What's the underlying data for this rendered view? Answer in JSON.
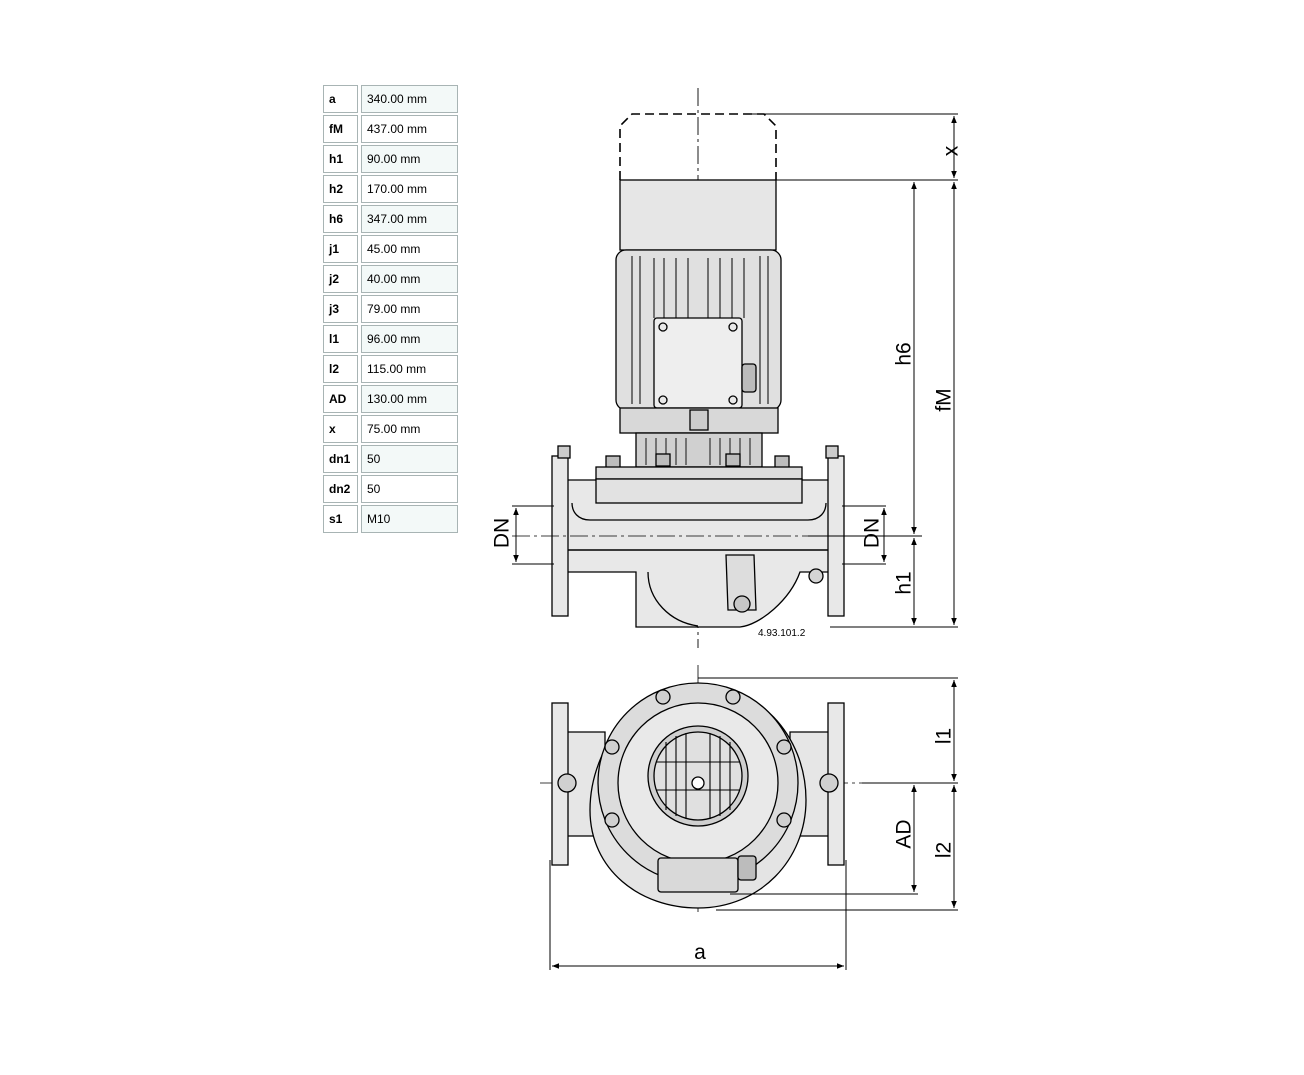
{
  "specs": [
    {
      "key": "a",
      "value": "340.00 mm"
    },
    {
      "key": "fM",
      "value": "437.00 mm"
    },
    {
      "key": "h1",
      "value": "90.00 mm"
    },
    {
      "key": "h2",
      "value": "170.00 mm"
    },
    {
      "key": "h6",
      "value": "347.00 mm"
    },
    {
      "key": "j1",
      "value": "45.00 mm"
    },
    {
      "key": "j2",
      "value": "40.00 mm"
    },
    {
      "key": "j3",
      "value": "79.00 mm"
    },
    {
      "key": "l1",
      "value": "96.00 mm"
    },
    {
      "key": "l2",
      "value": "115.00 mm"
    },
    {
      "key": "AD",
      "value": "130.00 mm"
    },
    {
      "key": "x",
      "value": "75.00 mm"
    },
    {
      "key": "dn1",
      "value": "50"
    },
    {
      "key": "dn2",
      "value": "50"
    },
    {
      "key": "s1",
      "value": "M10"
    }
  ],
  "drawing": {
    "labels": {
      "x": "x",
      "h6": "h6",
      "fM": "fM",
      "h1": "h1",
      "dn_left": "DN",
      "dn_right": "DN",
      "l1": "l1",
      "l2": "l2",
      "ad": "AD",
      "a": "a"
    },
    "drawing_number": "4.93.101.2"
  }
}
